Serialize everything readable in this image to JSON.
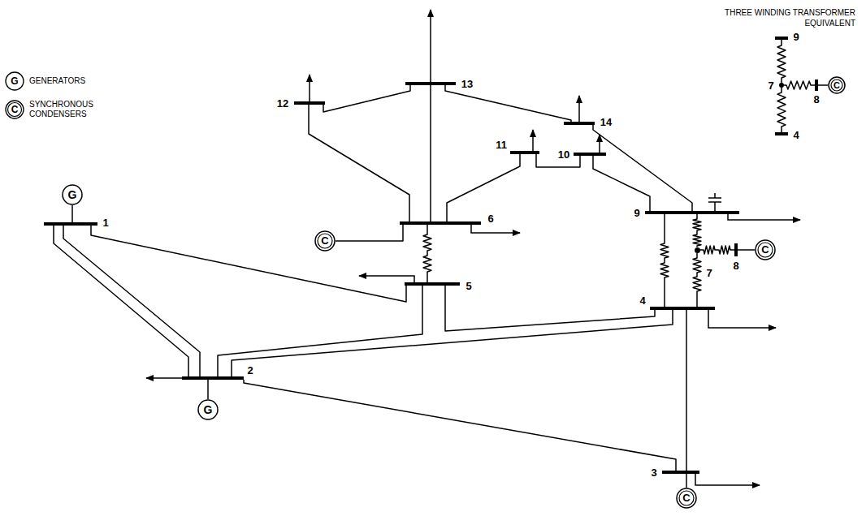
{
  "diagram": {
    "nodes": [
      {
        "text": [
          "G"
        ]
      },
      {
        "text": [
          "1"
        ]
      },
      {
        "text": [
          "2"
        ]
      },
      {
        "text": [
          "G"
        ]
      },
      {
        "text": [
          "3"
        ]
      },
      {
        "text": [
          "C"
        ]
      },
      {
        "text": [
          "4"
        ]
      },
      {
        "text": [
          "5"
        ]
      },
      {
        "text": [
          "6"
        ]
      },
      {
        "text": [
          "C"
        ]
      },
      {
        "text": [
          "7"
        ]
      },
      {
        "text": [
          "8"
        ]
      },
      {
        "text": [
          "C"
        ]
      },
      {
        "text": [
          "9"
        ]
      },
      {
        "text": [
          "10"
        ]
      },
      {
        "text": [
          "11"
        ]
      },
      {
        "text": [
          "12"
        ]
      },
      {
        "text": [
          "13"
        ]
      },
      {
        "text": [
          "14"
        ]
      },
      {
        "text": [
          "9"
        ]
      },
      {
        "text": [
          "7"
        ]
      },
      {
        "text": [
          "8"
        ]
      },
      {
        "text": [
          "C"
        ]
      },
      {
        "text": [
          "4"
        ]
      }
    ],
    "edges": [
      {
        "from": 0,
        "to": 1,
        "arrow": "none"
      },
      {
        "from": 1,
        "to": 2,
        "arrow": "none"
      },
      {
        "from": 1,
        "to": 2,
        "arrow": "none"
      },
      {
        "from": 1,
        "to": 7,
        "arrow": "none"
      },
      {
        "from": 2,
        "to": 4,
        "arrow": "none"
      },
      {
        "from": 2,
        "to": 6,
        "arrow": "none"
      },
      {
        "from": 2,
        "to": 7,
        "arrow": "none"
      },
      {
        "from": 3,
        "to": 2,
        "arrow": "none"
      },
      {
        "from": 5,
        "to": 4,
        "arrow": "none"
      },
      {
        "from": 4,
        "to": 6,
        "arrow": "none"
      },
      {
        "from": 6,
        "to": 10,
        "arrow": "none"
      },
      {
        "from": 6,
        "to": 13,
        "arrow": "none"
      },
      {
        "from": 7,
        "to": 6,
        "arrow": "none"
      },
      {
        "from": 7,
        "to": 8,
        "arrow": "none"
      },
      {
        "from": 9,
        "to": 8,
        "arrow": "none"
      },
      {
        "from": 10,
        "to": 11,
        "arrow": "none"
      },
      {
        "from": 13,
        "to": 10,
        "arrow": "none"
      },
      {
        "from": 12,
        "to": 11,
        "arrow": "none"
      },
      {
        "from": 8,
        "to": 15,
        "arrow": "none"
      },
      {
        "from": 8,
        "to": 16,
        "arrow": "none"
      },
      {
        "from": 8,
        "to": 17,
        "arrow": "none"
      },
      {
        "from": 13,
        "to": 14,
        "arrow": "none"
      },
      {
        "from": 13,
        "to": 18,
        "arrow": "none"
      },
      {
        "from": 14,
        "to": 15,
        "arrow": "none"
      },
      {
        "from": 16,
        "to": 17,
        "arrow": "none"
      },
      {
        "from": 17,
        "to": 18,
        "arrow": "none"
      },
      {
        "from": 19,
        "to": 20,
        "arrow": "none"
      },
      {
        "from": 20,
        "to": 21,
        "arrow": "none"
      },
      {
        "from": 20,
        "to": 23,
        "arrow": "none"
      },
      {
        "from": 21,
        "to": 22,
        "arrow": "none"
      }
    ],
    "labels": [
      "THREE WINDING TRANSFORMER EQUIVALENT",
      "G",
      "C"
    ],
    "legend": [
      {
        "text": "GENERATORS"
      },
      {
        "text": "SYNCHRONOUS CONDENSERS"
      }
    ]
  }
}
